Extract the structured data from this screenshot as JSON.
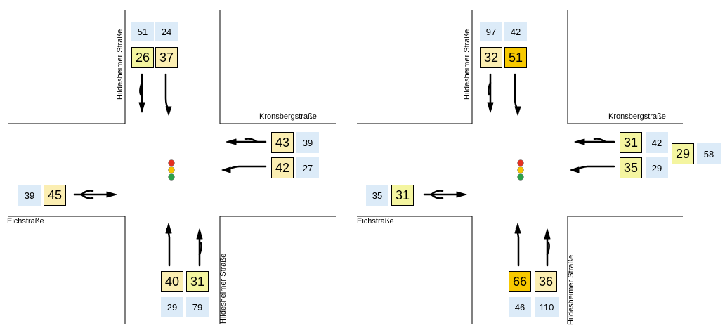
{
  "colors": {
    "count_bg": "#dcebf8",
    "level_d": "#f4f5a0",
    "level_c": "#fbeeb2",
    "level_e": "#f7c900",
    "road_line": "#000000"
  },
  "icons": {
    "signal": "traffic-light-icon"
  },
  "left": {
    "streets": {
      "north": "Hildesheimer Straße",
      "east": "Kronsbergstraße",
      "west": "Eichstraße",
      "south": "Hildesheimer Straße"
    },
    "north": {
      "counts": [
        "51",
        "24"
      ],
      "queues": [
        "26",
        "37"
      ]
    },
    "east": {
      "counts": [
        "39",
        "27"
      ],
      "queues": [
        "43",
        "42"
      ]
    },
    "west": {
      "count": "39",
      "queue": "45"
    },
    "south": {
      "counts": [
        "29",
        "79"
      ],
      "queues": [
        "40",
        "31"
      ]
    }
  },
  "right": {
    "streets": {
      "north": "Hildesheimer Straße",
      "east": "Kronsbergstraße",
      "west": "Eichstraße",
      "south": "Hildesheimer Straße"
    },
    "north": {
      "counts": [
        "97",
        "42"
      ],
      "queues": [
        "32",
        "51"
      ]
    },
    "east": {
      "counts": [
        "42",
        "29"
      ],
      "queues": [
        "31",
        "35"
      ],
      "extra_queue": "29",
      "extra_count": "58"
    },
    "west": {
      "count": "35",
      "queue": "31"
    },
    "south": {
      "counts": [
        "46",
        "110"
      ],
      "queues": [
        "66",
        "36"
      ]
    }
  }
}
